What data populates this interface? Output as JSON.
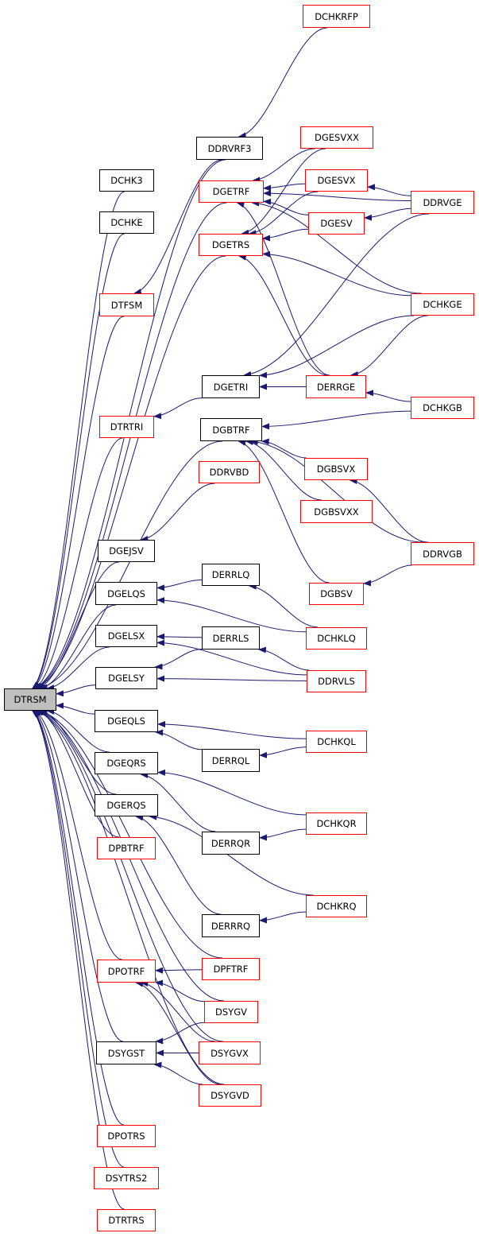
{
  "colors": {
    "edge": "#191970",
    "node_border_default": "#000000",
    "node_border_highlight": "#ff0000",
    "focus_fill": "#bfbfbf"
  },
  "nodes": {
    "dchkrfp": "DCHKRFP",
    "ddrvrf3": "DDRVRF3",
    "dgesvxx": "DGESVXX",
    "dchk3": "DCHK3",
    "dgetrf": "DGETRF",
    "dgesvx": "DGESVX",
    "ddrvge": "DDRVGE",
    "dchke": "DCHKE",
    "dgesv": "DGESV",
    "dgetrs": "DGETRS",
    "dtfsm": "DTFSM",
    "dchkge": "DCHKGE",
    "dgetri": "DGETRI",
    "derrge": "DERRGE",
    "dchkgb": "DCHKGB",
    "dtrtri": "DTRTRI",
    "dgbtrf": "DGBTRF",
    "dgbsvx": "DGBSVX",
    "ddrvbd": "DDRVBD",
    "dgbsvxx": "DGBSVXX",
    "dgejsv": "DGEJSV",
    "ddrvgb": "DDRVGB",
    "derrlq": "DERRLQ",
    "dgelqs": "DGELQS",
    "dgbsv": "DGBSV",
    "dgelsx": "DGELSX",
    "derrls": "DERRLS",
    "dchklq": "DCHKLQ",
    "dgelsy": "DGELSY",
    "ddrvls": "DDRVLS",
    "dtrsm": "DTRSM",
    "dgeqls": "DGEQLS",
    "dchkql": "DCHKQL",
    "derrql": "DERRQL",
    "dgeqrs": "DGEQRS",
    "dgerqs": "DGERQS",
    "dchkqr": "DCHKQR",
    "derrqr": "DERRQR",
    "dpbtrf": "DPBTRF",
    "dchkrq": "DCHKRQ",
    "derrrq": "DERRRQ",
    "dpftrf": "DPFTRF",
    "dpotrf": "DPOTRF",
    "dsygv": "DSYGV",
    "dsygst": "DSYGST",
    "dsygvx": "DSYGVX",
    "dsygvd": "DSYGVD",
    "dpotrs": "DPOTRS",
    "dsytrs2": "DSYTRS2",
    "dtrtrs": "DTRTRS"
  },
  "edges": [
    [
      "dchkrfp",
      "ddrvrf3"
    ],
    [
      "ddrvrf3",
      "dtrsm"
    ],
    [
      "dchk3",
      "dtrsm"
    ],
    [
      "dchke",
      "dtrsm"
    ],
    [
      "dtfsm",
      "dtrsm"
    ],
    [
      "dgetrf",
      "dtrsm"
    ],
    [
      "dgetrs",
      "dtrsm"
    ],
    [
      "dtrtri",
      "dtrsm"
    ],
    [
      "dgbtrf",
      "dtrsm"
    ],
    [
      "dgejsv",
      "dtrsm"
    ],
    [
      "dgelqs",
      "dtrsm"
    ],
    [
      "dgelsx",
      "dtrsm"
    ],
    [
      "dgelsy",
      "dtrsm"
    ],
    [
      "dgeqls",
      "dtrsm"
    ],
    [
      "dgeqrs",
      "dtrsm"
    ],
    [
      "dgerqs",
      "dtrsm"
    ],
    [
      "dpbtrf",
      "dtrsm"
    ],
    [
      "dpotrf",
      "dtrsm"
    ],
    [
      "dsygst",
      "dtrsm"
    ],
    [
      "dpotrs",
      "dtrsm"
    ],
    [
      "dsytrs2",
      "dtrsm"
    ],
    [
      "dtrtrs",
      "dtrsm"
    ],
    [
      "dpftrf",
      "dtrsm"
    ],
    [
      "dsygv",
      "dtrsm"
    ],
    [
      "dsygvx",
      "dtrsm"
    ],
    [
      "dsygvd",
      "dtrsm"
    ],
    [
      "ddrvrf3",
      "dtfsm"
    ],
    [
      "dgesvxx",
      "dgetrf"
    ],
    [
      "dgesvx",
      "dgetrf"
    ],
    [
      "dgesv",
      "dgetrf"
    ],
    [
      "derrge",
      "dgetrf"
    ],
    [
      "ddrvge",
      "dgetrf"
    ],
    [
      "dchkge",
      "dgetrf"
    ],
    [
      "dgesvxx",
      "dgetrs"
    ],
    [
      "dgesvx",
      "dgetrs"
    ],
    [
      "dgesv",
      "dgetrs"
    ],
    [
      "derrge",
      "dgetrs"
    ],
    [
      "dchkge",
      "dgetrs"
    ],
    [
      "ddrvge",
      "dgesvx"
    ],
    [
      "ddrvge",
      "dgesv"
    ],
    [
      "derrge",
      "dgetri"
    ],
    [
      "dchkge",
      "dgetri"
    ],
    [
      "ddrvge",
      "dgetri"
    ],
    [
      "dgetri",
      "dtrtri"
    ],
    [
      "dchkge",
      "derrge"
    ],
    [
      "dchkgb",
      "derrge"
    ],
    [
      "dchkgb",
      "dgbtrf"
    ],
    [
      "dgbsvx",
      "dgbtrf"
    ],
    [
      "dgbsvxx",
      "dgbtrf"
    ],
    [
      "ddrvgb",
      "dgbtrf"
    ],
    [
      "dgbsv",
      "dgbtrf"
    ],
    [
      "ddrvgb",
      "dgbsvx"
    ],
    [
      "ddrvgb",
      "dgbsv"
    ],
    [
      "ddrvbd",
      "dgejsv"
    ],
    [
      "derrlq",
      "dgelqs"
    ],
    [
      "dchklq",
      "dgelqs"
    ],
    [
      "dchklq",
      "derrlq"
    ],
    [
      "derrls",
      "dgelsx"
    ],
    [
      "ddrvls",
      "dgelsx"
    ],
    [
      "ddrvls",
      "derrls"
    ],
    [
      "derrls",
      "dgelsy"
    ],
    [
      "ddrvls",
      "dgelsy"
    ],
    [
      "dchkql",
      "dgeqls"
    ],
    [
      "derrql",
      "dgeqls"
    ],
    [
      "dchkql",
      "derrql"
    ],
    [
      "dchkqr",
      "dgeqrs"
    ],
    [
      "derrqr",
      "dgeqrs"
    ],
    [
      "dchkqr",
      "derrqr"
    ],
    [
      "dchkrq",
      "dgerqs"
    ],
    [
      "derrrq",
      "dgerqs"
    ],
    [
      "dchkrq",
      "derrrq"
    ],
    [
      "dpftrf",
      "dpotrf"
    ],
    [
      "dsygv",
      "dpotrf"
    ],
    [
      "dsygvx",
      "dpotrf"
    ],
    [
      "dsygvd",
      "dpotrf"
    ],
    [
      "dsygv",
      "dsygst"
    ],
    [
      "dsygvx",
      "dsygst"
    ],
    [
      "dsygvd",
      "dsygst"
    ]
  ]
}
